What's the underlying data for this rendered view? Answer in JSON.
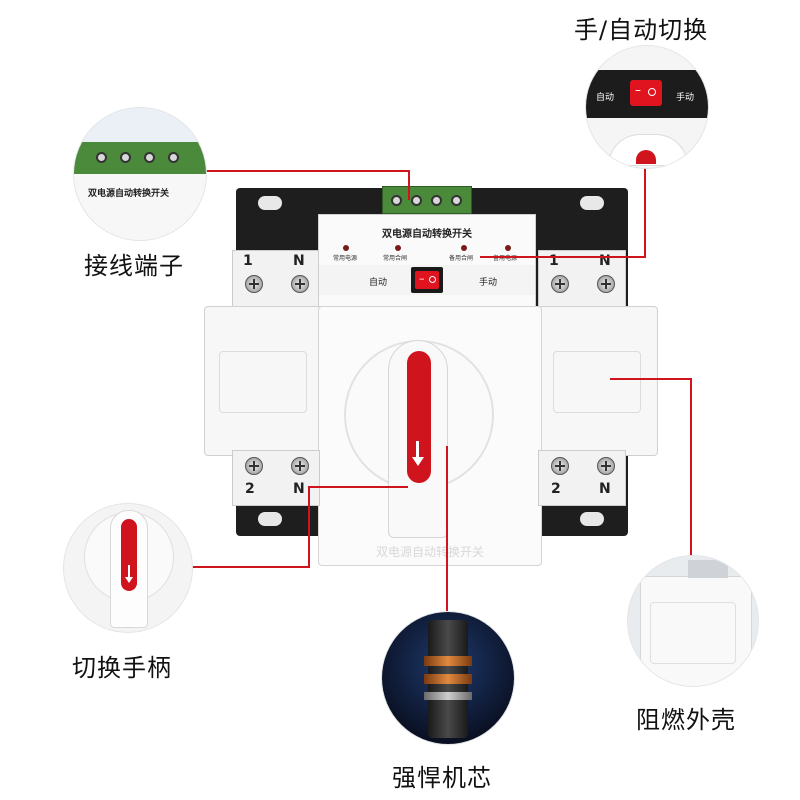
{
  "callouts": {
    "manual_auto_switch": "手/自动切换",
    "wiring_terminal": "接线端子",
    "switch_handle": "切换手柄",
    "flame_retardant_housing": "阻燃外壳",
    "robust_core": "强悍机芯"
  },
  "device": {
    "panel_title": "双电源自动转换开关",
    "indicators": [
      "常用电源",
      "常用合闸",
      "备用合闸",
      "备用电源"
    ],
    "mode_auto": "自动",
    "mode_manual": "手动",
    "top_left_labels": [
      "1",
      "N"
    ],
    "top_right_labels": [
      "1",
      "N"
    ],
    "bottom_left_labels": [
      "2",
      "N"
    ],
    "bottom_right_labels": [
      "2",
      "N"
    ],
    "bottom_embossed": "双电源自动转换开关"
  },
  "colors": {
    "accent_red": "#d0141e",
    "rail_black": "#1e1e1e",
    "housing_white": "#f7f7f7",
    "terminal_green": "#4a8a3a"
  }
}
